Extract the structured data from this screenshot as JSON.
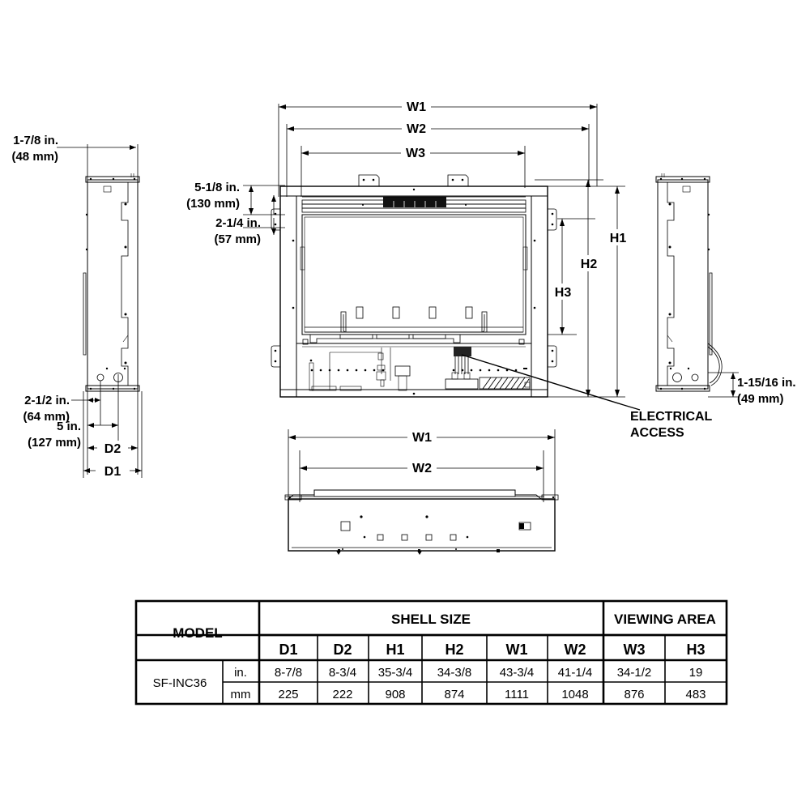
{
  "document": {
    "type": "technical-dimension-drawing",
    "model": "SF-INC36"
  },
  "dimension_callouts": {
    "left_depth_top": {
      "inches": "1-7/8 in.",
      "mm": "(48 mm)"
    },
    "left_offset": {
      "inches": "2-1/2 in.",
      "mm": "(64 mm)"
    },
    "left_hole_spacing": {
      "inches": "5 in.",
      "mm": "(127 mm)"
    },
    "front_top_offset": {
      "inches": "5-1/8 in.",
      "mm": "(130 mm)"
    },
    "front_second_offset": {
      "inches": "2-1/4 in.",
      "mm": "(57 mm)"
    },
    "right_depth_bottom": {
      "inches": "1-15/16 in.",
      "mm": "(49 mm)"
    }
  },
  "dimension_labels": {
    "w1": "W1",
    "w2": "W2",
    "w3": "W3",
    "h1": "H1",
    "h2": "H2",
    "h3": "H3",
    "d1": "D1",
    "d2": "D2",
    "w1_bottom": "W1",
    "w2_bottom": "W2"
  },
  "annotations": {
    "electrical_access_line1": "ELECTRICAL",
    "electrical_access_line2": "ACCESS"
  },
  "table": {
    "group_headers": {
      "model": "MODEL",
      "shell_size": "SHELL SIZE",
      "viewing_area": "VIEWING AREA"
    },
    "column_headers": [
      "D1",
      "D2",
      "H1",
      "H2",
      "W1",
      "W2",
      "W3",
      "H3"
    ],
    "rows": [
      {
        "model": "SF-INC36",
        "unit": "in.",
        "values": [
          "8-7/8",
          "8-3/4",
          "35-3/4",
          "34-3/8",
          "43-3/4",
          "41-1/4",
          "34-1/2",
          "19"
        ]
      },
      {
        "model": "SF-INC36",
        "unit": "mm",
        "values": [
          "225",
          "222",
          "908",
          "874",
          "1111",
          "1048",
          "876",
          "483"
        ]
      }
    ],
    "unit_labels": [
      "in.",
      "mm"
    ]
  },
  "colors": {
    "line": "#000000",
    "background": "#ffffff",
    "vent_fill": "#111111"
  }
}
